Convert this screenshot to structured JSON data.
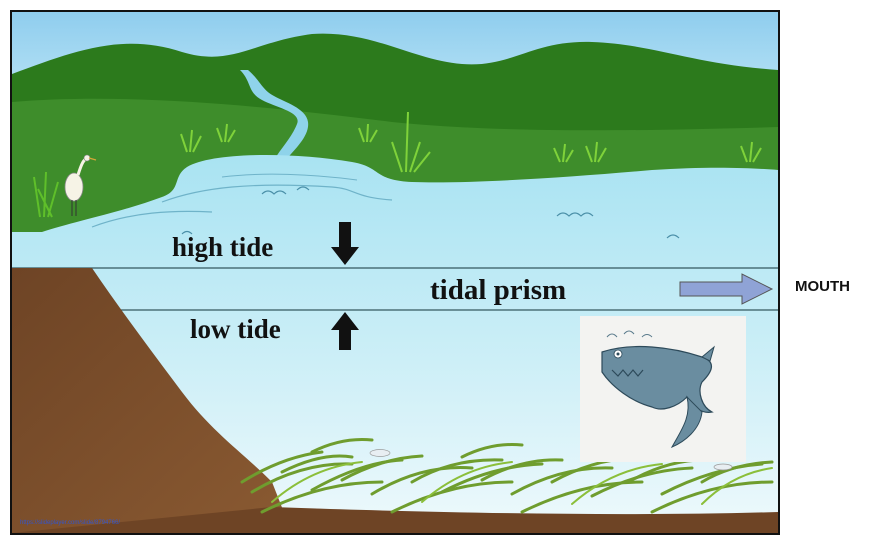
{
  "labels": {
    "high_tide": "high tide",
    "low_tide": "low tide",
    "tidal_prism": "tidal prism",
    "mouth": "MOUTH"
  },
  "credit": "https://slideplayer.com/slide/8794766/",
  "colors": {
    "sky": "#a9dcf2",
    "far_hills": "#2f7d1e",
    "near_land": "#3f8f2c",
    "water": "#bfe9f7",
    "water_deep": "#e6f7fb",
    "mud": "#7a4e2a",
    "grass": "#6b9a2b",
    "arrow_mouth": "#8fa3d6",
    "tide_arrow": "#111111"
  },
  "icons": [
    "egret-icon",
    "shark-icon",
    "fish-icon",
    "down-arrow-icon",
    "up-arrow-icon",
    "right-arrow-icon"
  ]
}
